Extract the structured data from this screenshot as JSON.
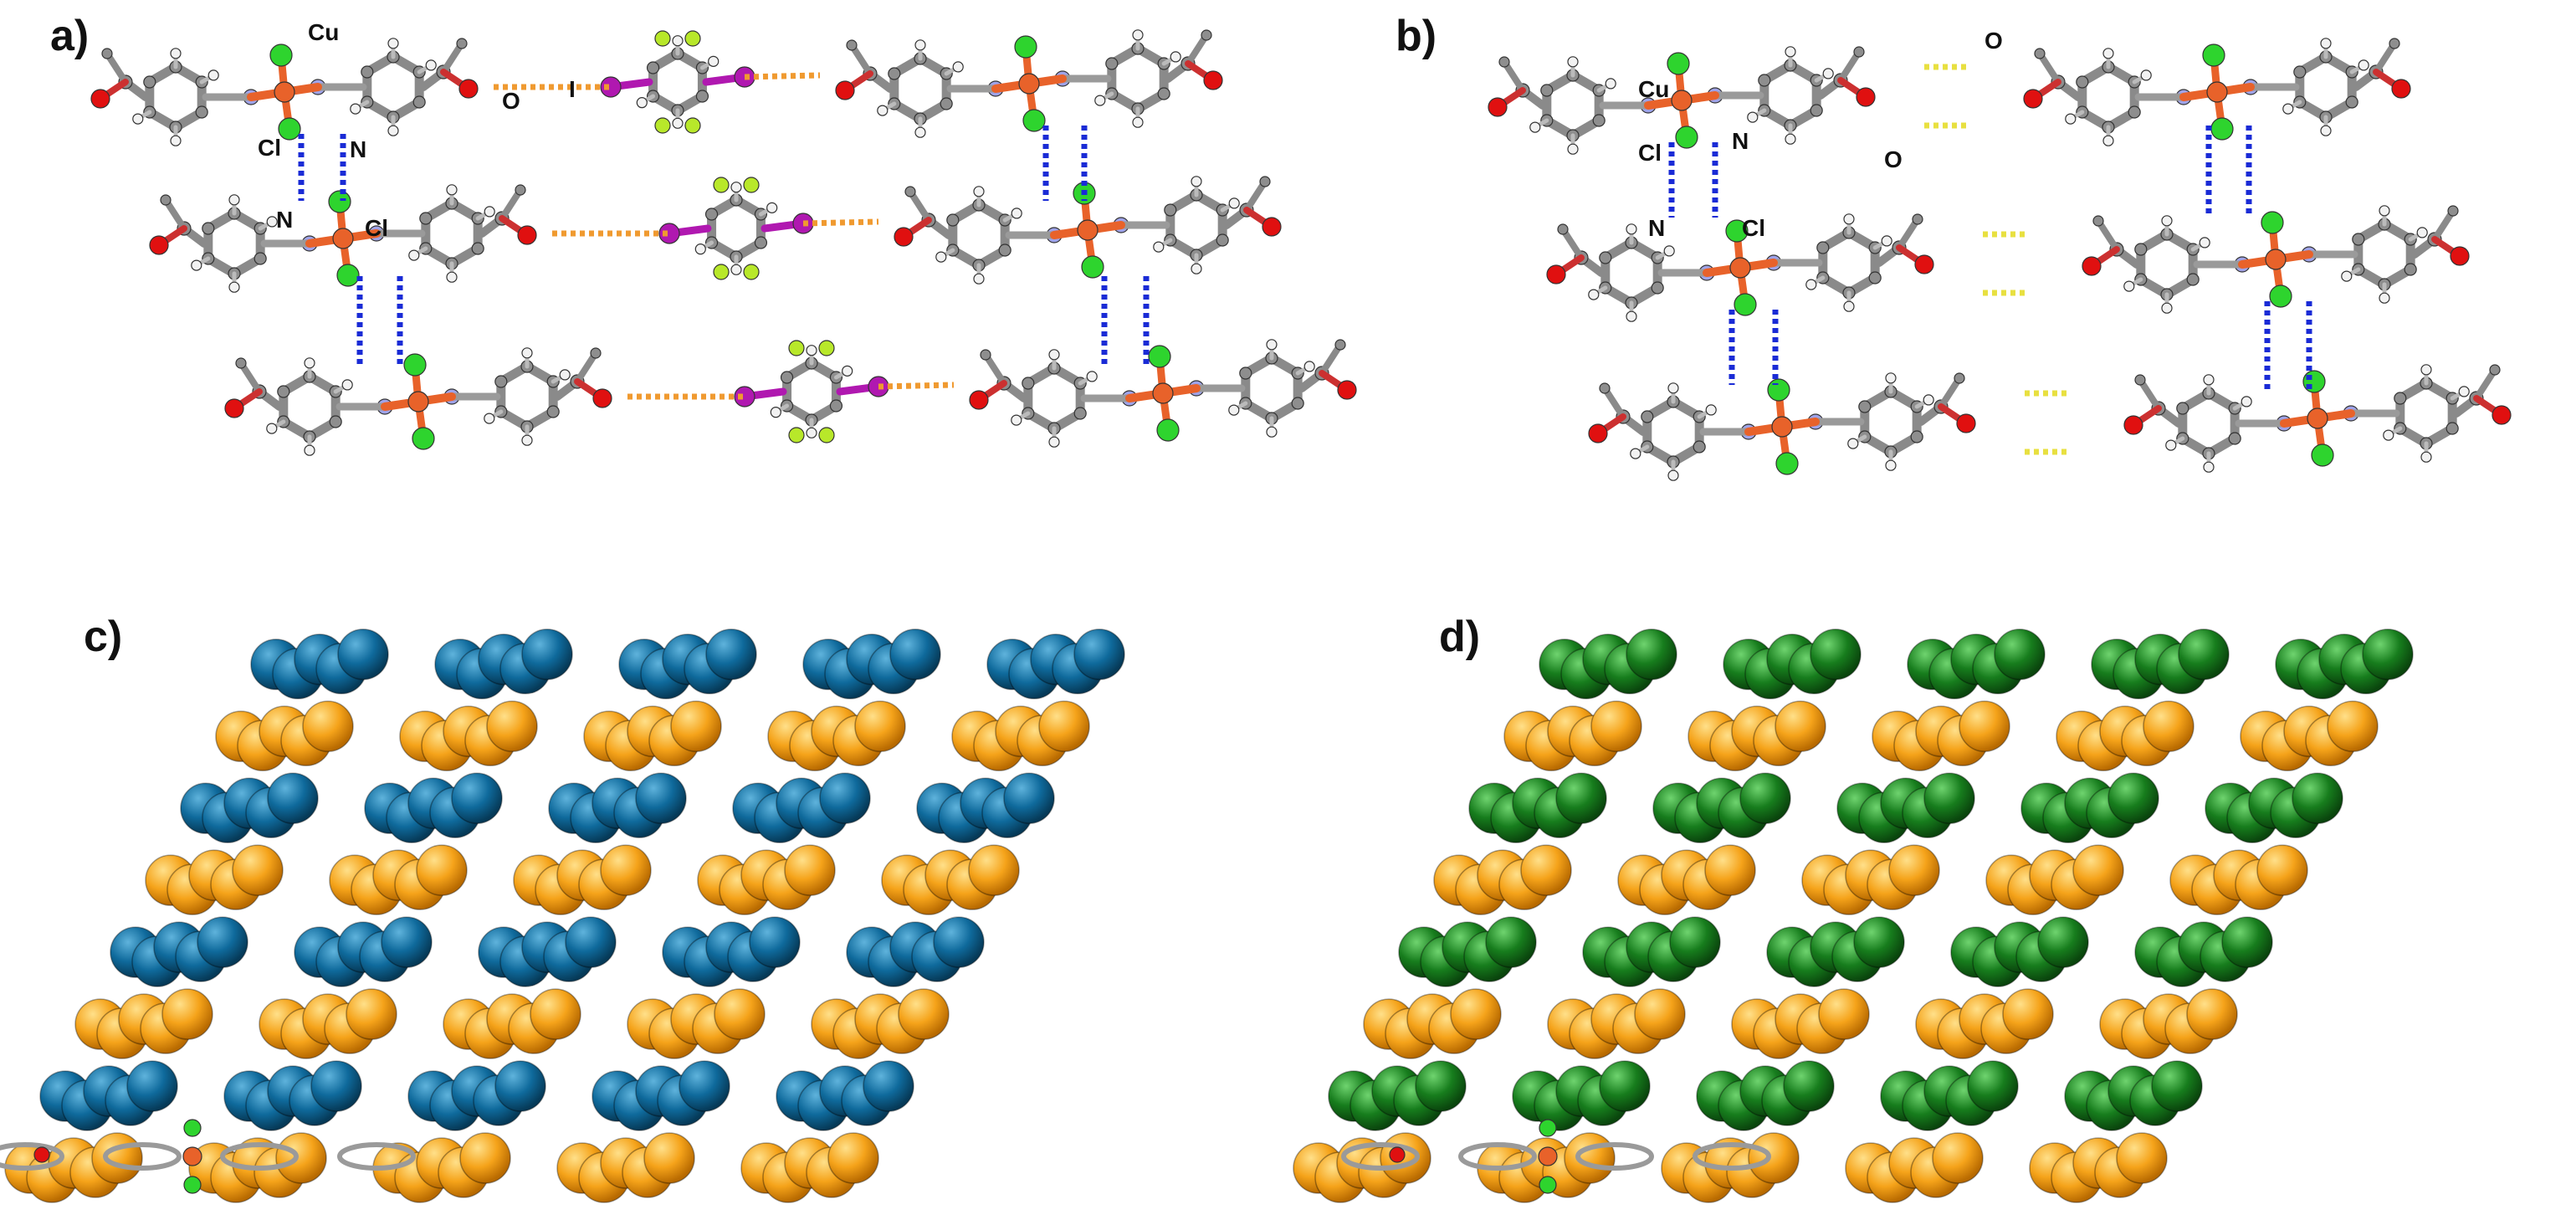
{
  "panels": [
    {
      "id": "a",
      "label": "a)",
      "atom_labels": [
        "Cu",
        "Cl",
        "N",
        "O",
        "I",
        "N",
        "Cl"
      ]
    },
    {
      "id": "b",
      "label": "b)",
      "atom_labels": [
        "Cu",
        "Cl",
        "N",
        "O",
        "O",
        "N",
        "Cl"
      ]
    },
    {
      "id": "c",
      "label": "c)"
    },
    {
      "id": "d",
      "label": "d)"
    }
  ],
  "colors": {
    "carbon": "#8e8e8e",
    "hydrogen": "#f2f2f2",
    "nitrogen": "#9fa3e8",
    "oxygen": "#e01010",
    "chlorine": "#2ed42e",
    "copper": "#e8622a",
    "iodine": "#b018b0",
    "fluorine": "#b8e82a",
    "halogen_bond": "#f09a30",
    "hydrogen_bond": "#1a2bd6",
    "ch_o_contact": "#e8e040",
    "space_fill_blue": "#0f6a9c",
    "space_fill_orange": "#f5a31a",
    "space_fill_green": "#177d1d"
  }
}
